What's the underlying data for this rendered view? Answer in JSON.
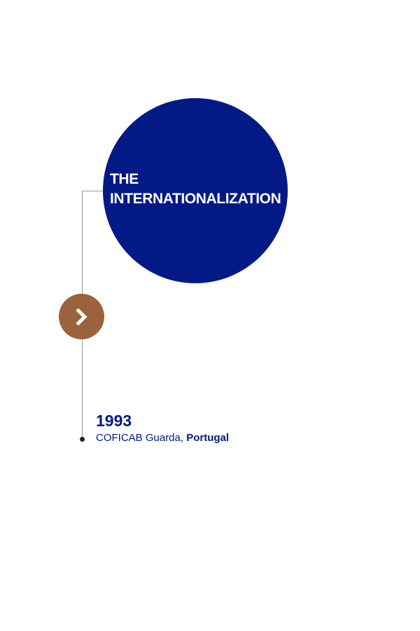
{
  "hero": {
    "title_line_1": "THE",
    "title_line_2": "INTERNATIONALIZATION",
    "circle_color": "#031a86",
    "text_color": "#ffffff"
  },
  "navigation": {
    "next_icon": "chevron-right-icon",
    "button_color": "#9a633b"
  },
  "milestone": {
    "year": "1993",
    "company": "COFICAB Guarda, ",
    "country": "Portugal",
    "text_color": "#031a86"
  }
}
